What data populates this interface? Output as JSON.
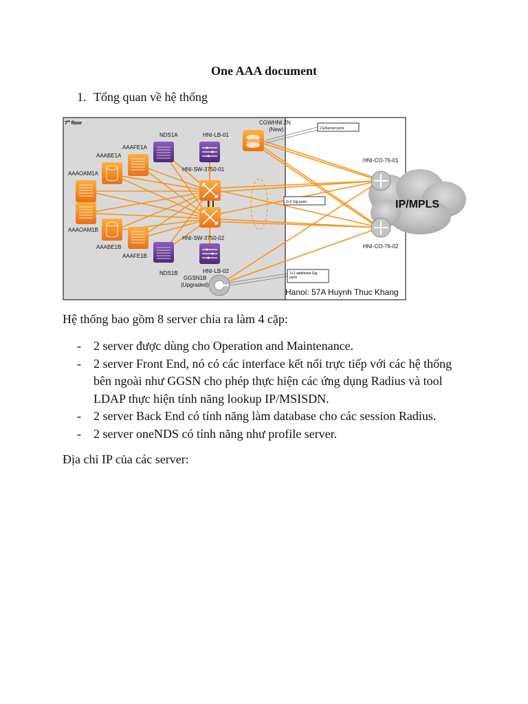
{
  "document": {
    "title": "One AAA document",
    "section1": {
      "number": "1.",
      "text": "Tổng quan về hệ thống"
    },
    "intro": "Hệ thống bao gồm 8 server chia ra làm 4 cặp:",
    "bullets": [
      {
        "marker": "-",
        "text": "2 server được dùng cho Operation and Maintenance."
      },
      {
        "marker": "-",
        "text": "2 server Front End, nó có các interface kết nối trực tiếp với các hệ thống bên ngoài như GGSN cho phép thực hiện các ứng dụng Radius và tool LDAP thực hiện tính năng lookup IP/MSISDN."
      },
      {
        "marker": "-",
        "text": "2 server Back End có tính năng làm database cho các session Radius."
      },
      {
        "marker": "-",
        "text": "2 server oneNDS có tính năng như profile server."
      }
    ],
    "ip_heading": "Địa chỉ IP của các server:"
  },
  "diagram": {
    "floor_label": "7th floor",
    "floor_sup": "th",
    "floor_num": "7",
    "floor_word": "floor",
    "cloud_label": "IP/MPLS",
    "location": "Hanoi: 57A Huynh Thuc Khang",
    "nodes": {
      "nds1a": "NDS1A",
      "nds1b": "NDS1B",
      "lb01": "HNI-LB-01",
      "lb02": "HNI-LB-02",
      "aaafe1a": "AAAFE1A",
      "aaafe1b": "AAAFE1B",
      "aaabe1a": "AAABE1A",
      "aaabe1b": "AAABE1B",
      "aaaoam1a": "AAAOAM1A",
      "aaaoam1b": "AAAOAM1B",
      "sw01": "HNI-SW-3750-01",
      "sw02": "HNI-SW-3750-02",
      "cgw_line1": "CGWHNI 2N",
      "cgw_line2": "(New)",
      "ggsn_line1": "GGSN1B",
      "ggsn_line2": "(Upgraded)",
      "co01": "HNI-CO-76-01",
      "co02": "HNI-CO-76-02"
    },
    "notes": {
      "ethernet": "2 Ethernet ports",
      "gig": "2+2 Gig ports",
      "additional_line1": "2+2 additional Gig",
      "additional_line2": "ports"
    },
    "colors": {
      "link": "#f7941d",
      "server_orange": "#f28c28",
      "server_purple": "#6b3f99",
      "panel": "#d9d9d9",
      "cloud": "#b8b8b8"
    }
  }
}
